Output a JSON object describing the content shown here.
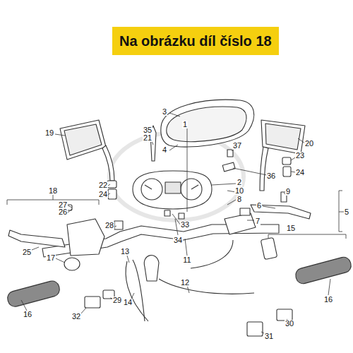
{
  "diagram": {
    "title": "Na obrázku díl číslo 18",
    "labels": [
      "19",
      "3",
      "1",
      "35",
      "21",
      "4",
      "20",
      "37",
      "23",
      "24",
      "36",
      "2",
      "10",
      "8",
      "9",
      "6",
      "5",
      "7",
      "18",
      "22",
      "24",
      "27",
      "26",
      "28",
      "34",
      "33",
      "11",
      "25",
      "17",
      "13",
      "15",
      "16",
      "12",
      "14",
      "29",
      "32",
      "30",
      "31",
      "16"
    ]
  }
}
